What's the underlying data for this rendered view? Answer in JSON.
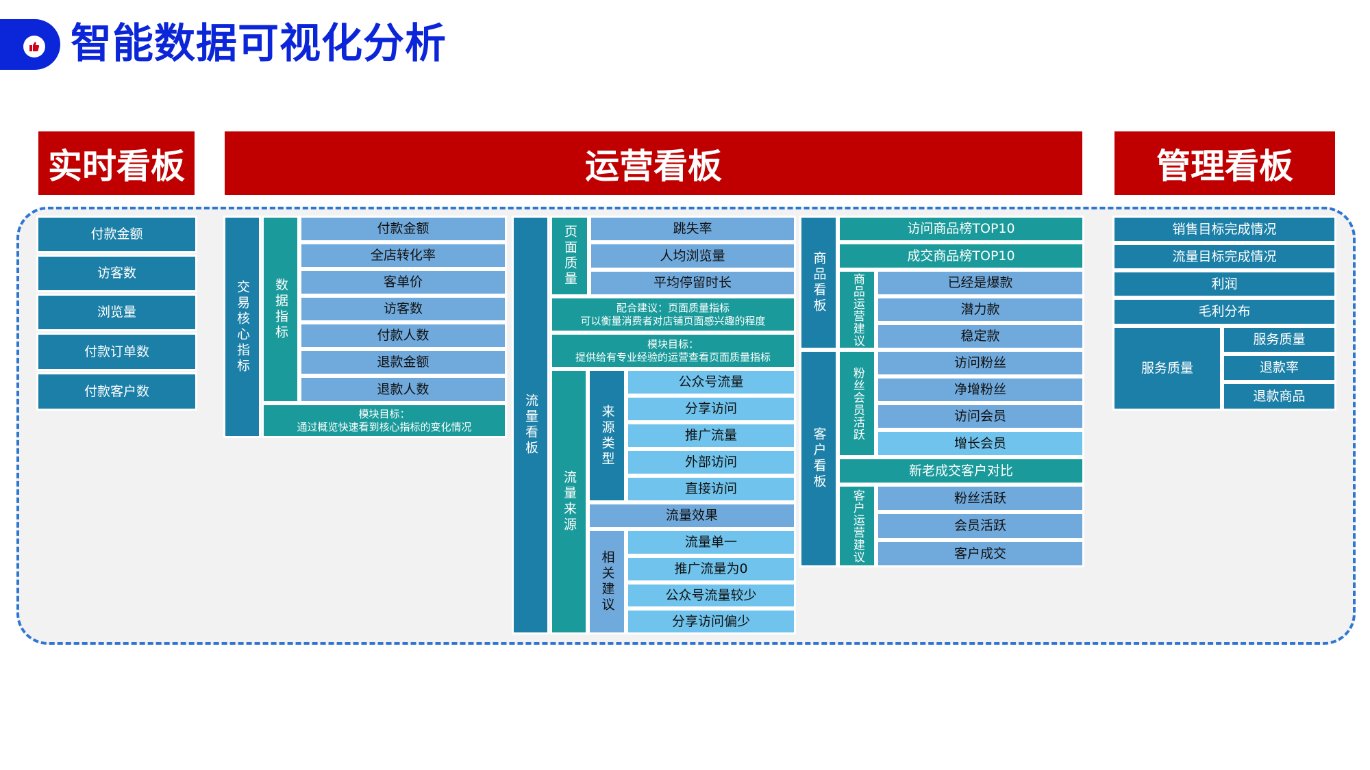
{
  "page": {
    "title": "智能数据可视化分析"
  },
  "colors": {
    "accent_blue": "#0b25d8",
    "header_red": "#c00000",
    "dark_blue": "#1b7fa7",
    "teal": "#1a9a9a",
    "sky_blue": "#70a9dc",
    "light_blue": "#6fc3ec",
    "frame_dash": "#2e76d2"
  },
  "icons": {
    "logo": "thumbs-up-icon"
  },
  "headers": {
    "realtime": "实时看板",
    "operations": "运营看板",
    "management": "管理看板"
  },
  "realtime": {
    "items": [
      "付款金额",
      "访客数",
      "浏览量",
      "付款订单数",
      "付款客户数"
    ]
  },
  "trade": {
    "group_label": "交易核心指标",
    "sub_label": "数据指标",
    "metrics": [
      "付款金额",
      "全店转化率",
      "客单价",
      "访客数",
      "付款人数",
      "退款金额",
      "退款人数"
    ],
    "goal": "模块目标：\n通过概览快速看到核心指标的变化情况"
  },
  "traffic": {
    "group_label": "流量看板",
    "page_quality": {
      "label": "页面质量",
      "metrics": [
        "跳失率",
        "人均浏览量",
        "平均停留时长"
      ],
      "advice": "配合建议：页面质量指标\n可以衡量消费者对店铺页面感兴趣的程度",
      "goal": "模块目标：\n提供给有专业经验的运营查看页面质量指标"
    },
    "source": {
      "label": "流量来源",
      "type_label": "来源类型",
      "types": [
        "公众号流量",
        "分享访问",
        "推广流量",
        "外部访问",
        "直接访问"
      ],
      "effect": "流量效果",
      "advice_label": "相关建议",
      "advices": [
        "流量单一",
        "推广流量为0",
        "公众号流量较少",
        "分享访问偏少"
      ]
    }
  },
  "product": {
    "group_label": "商品看板",
    "top_visit": "访问商品榜TOP10",
    "top_deal": "成交商品榜TOP10",
    "advice_label": "商品运营建议",
    "advices": [
      "已经是爆款",
      "潜力款",
      "稳定款"
    ]
  },
  "customer": {
    "group_label": "客户看板",
    "activity_label": "粉丝会员活跃",
    "activities": [
      "访问粉丝",
      "净增粉丝",
      "访问会员",
      "增长会员"
    ],
    "compare": "新老成交客户对比",
    "advice_label": "客户运营建议",
    "advices": [
      "粉丝活跃",
      "会员活跃",
      "客户成交"
    ]
  },
  "management": {
    "items": [
      "销售目标完成情况",
      "流量目标完成情况",
      "利润",
      "毛利分布"
    ],
    "service_label": "服务质量",
    "service_items": [
      "服务质量",
      "退款率",
      "退款商品"
    ]
  }
}
